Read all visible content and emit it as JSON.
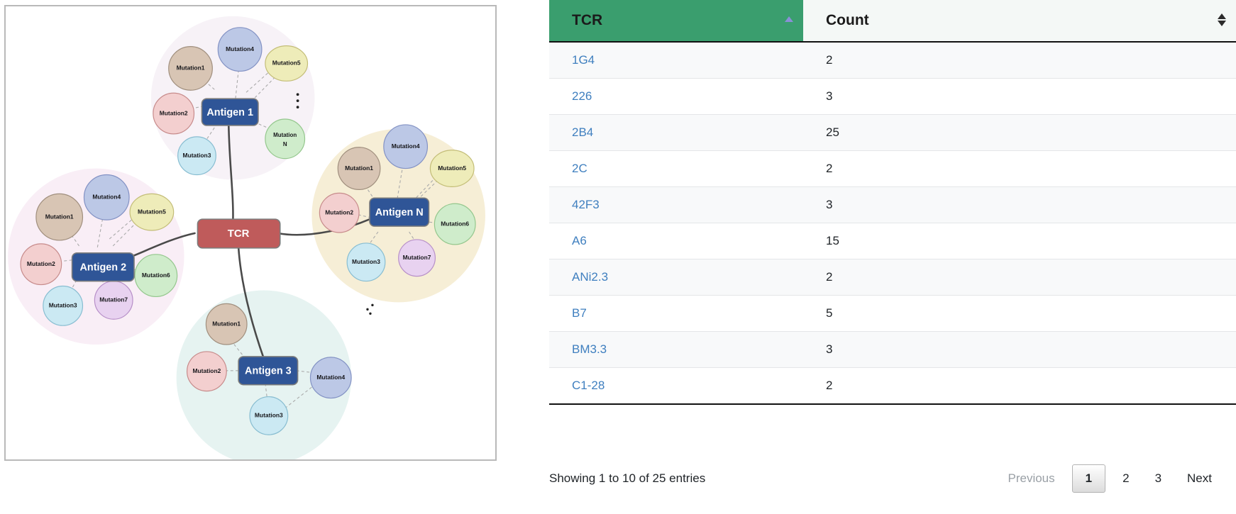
{
  "diagram": {
    "center_node": {
      "label": "TCR",
      "color": "#bf5b5b"
    },
    "antigen_color": "#2f5597",
    "ellipsis_vertical": "⋮",
    "ellipsis_diagonal": "∴",
    "clusters": [
      {
        "id": "antigen-1",
        "label": "Antigen 1",
        "halo_color": "#f7f2f7",
        "mutations": [
          {
            "label": "Mutation1",
            "fill": "#d8c5b4",
            "stroke": "#a08f7e"
          },
          {
            "label": "Mutation2",
            "fill": "#f3cfcf",
            "stroke": "#c78b8b"
          },
          {
            "label": "Mutation3",
            "fill": "#cbe9f3",
            "stroke": "#88bdd1"
          },
          {
            "label": "Mutation4",
            "fill": "#bcc8e6",
            "stroke": "#8392c4"
          },
          {
            "label": "Mutation5",
            "fill": "#eeecb9",
            "stroke": "#c3bd77"
          },
          {
            "label": "Mutation N",
            "fill": "#cfeccb",
            "stroke": "#94c78d"
          }
        ]
      },
      {
        "id": "antigen-2",
        "label": "Antigen 2",
        "halo_color": "#f9eef6",
        "mutations": [
          {
            "label": "Mutation1",
            "fill": "#d8c5b4",
            "stroke": "#a08f7e"
          },
          {
            "label": "Mutation2",
            "fill": "#f3cfcf",
            "stroke": "#c78b8b"
          },
          {
            "label": "Mutation3",
            "fill": "#cbe9f3",
            "stroke": "#88bdd1"
          },
          {
            "label": "Mutation4",
            "fill": "#bcc8e6",
            "stroke": "#8392c4"
          },
          {
            "label": "Mutation5",
            "fill": "#eeecb9",
            "stroke": "#c3bd77"
          },
          {
            "label": "Mutation6",
            "fill": "#cfeccb",
            "stroke": "#94c78d"
          },
          {
            "label": "Mutation7",
            "fill": "#e8d2f0",
            "stroke": "#b78fc8"
          }
        ]
      },
      {
        "id": "antigen-3",
        "label": "Antigen 3",
        "halo_color": "#e6f3f1",
        "mutations": [
          {
            "label": "Mutation1",
            "fill": "#d8c5b4",
            "stroke": "#a08f7e"
          },
          {
            "label": "Mutation2",
            "fill": "#f3cfcf",
            "stroke": "#c78b8b"
          },
          {
            "label": "Mutation3",
            "fill": "#cbe9f3",
            "stroke": "#88bdd1"
          },
          {
            "label": "Mutation4",
            "fill": "#bcc8e6",
            "stroke": "#8392c4"
          }
        ]
      },
      {
        "id": "antigen-n",
        "label": "Antigen N",
        "halo_color": "#f6eed6",
        "mutations": [
          {
            "label": "Mutation1",
            "fill": "#d8c5b4",
            "stroke": "#a08f7e"
          },
          {
            "label": "Mutation2",
            "fill": "#f3cfcf",
            "stroke": "#c78b8b"
          },
          {
            "label": "Mutation3",
            "fill": "#cbe9f3",
            "stroke": "#88bdd1"
          },
          {
            "label": "Mutation4",
            "fill": "#bcc8e6",
            "stroke": "#8392c4"
          },
          {
            "label": "Mutation5",
            "fill": "#eeecb9",
            "stroke": "#c3bd77"
          },
          {
            "label": "Mutation6",
            "fill": "#cfeccb",
            "stroke": "#94c78d"
          },
          {
            "label": "Mutation7",
            "fill": "#e8d2f0",
            "stroke": "#b78fc8"
          }
        ]
      }
    ]
  },
  "table": {
    "accent_color": "#3a9e6e",
    "link_color": "#3f7fbf",
    "columns": [
      {
        "key": "tcr",
        "label": "TCR",
        "sort": "asc",
        "sort_icon": "triangle-up"
      },
      {
        "key": "count",
        "label": "Count",
        "sort": "none",
        "sort_icon": "triangle-updown"
      }
    ],
    "rows": [
      {
        "tcr": "1G4",
        "count": "2"
      },
      {
        "tcr": "226",
        "count": "3"
      },
      {
        "tcr": "2B4",
        "count": "25"
      },
      {
        "tcr": "2C",
        "count": "2"
      },
      {
        "tcr": "42F3",
        "count": "3"
      },
      {
        "tcr": "A6",
        "count": "15"
      },
      {
        "tcr": "ANi2.3",
        "count": "2"
      },
      {
        "tcr": "B7",
        "count": "5"
      },
      {
        "tcr": "BM3.3",
        "count": "3"
      },
      {
        "tcr": "C1-28",
        "count": "2"
      }
    ],
    "footer": {
      "showing": "Showing 1 to 10 of 25 entries",
      "previous_label": "Previous",
      "next_label": "Next",
      "pages": [
        "1",
        "2",
        "3"
      ],
      "current_page": "1"
    }
  }
}
